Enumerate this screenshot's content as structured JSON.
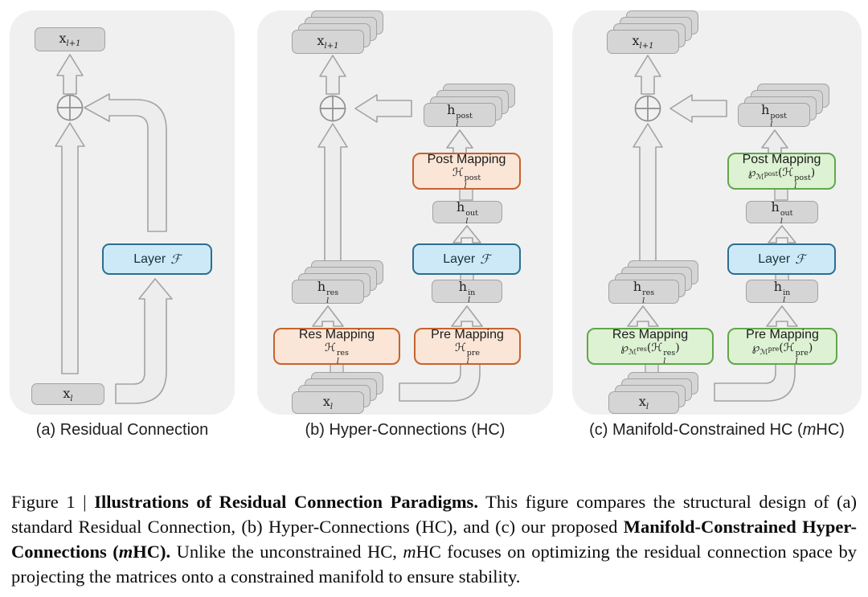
{
  "panel_a": {
    "caption": "(a) Residual Connection",
    "x_next": {
      "base": "x",
      "sub": "l+1"
    },
    "x_in": {
      "base": "x",
      "sub": "l"
    },
    "layer": {
      "word": "Layer",
      "symbol": "ℱ"
    }
  },
  "panel_b": {
    "caption": "(b) Hyper-Connections (HC)",
    "x_next": {
      "base": "x",
      "sub": "l+1"
    },
    "x_in": {
      "base": "x",
      "sub": "l"
    },
    "h_post": {
      "base": "h",
      "sub": "l",
      "sup": "post"
    },
    "h_out": {
      "base": "h",
      "sub": "l",
      "sup": "out"
    },
    "h_in": {
      "base": "h",
      "sub": "l",
      "sup": "in"
    },
    "h_res": {
      "base": "h",
      "sub": "l",
      "sup": "res"
    },
    "layer": {
      "word": "Layer",
      "symbol": "ℱ"
    },
    "post_mapping": {
      "title": "Post Mapping",
      "math": {
        "h": "ℋ",
        "sub": "l",
        "sup": "post"
      }
    },
    "pre_mapping": {
      "title": "Pre Mapping",
      "math": {
        "h": "ℋ",
        "sub": "l",
        "sup": "pre"
      }
    },
    "res_mapping": {
      "title": "Res Mapping",
      "math": {
        "h": "ℋ",
        "sub": "l",
        "sup": "res"
      }
    }
  },
  "panel_c": {
    "caption": {
      "pre": "(c) Manifold-Constrained HC (",
      "em": "m",
      "post": "HC)"
    },
    "x_next": {
      "base": "x",
      "sub": "l+1"
    },
    "x_in": {
      "base": "x",
      "sub": "l"
    },
    "h_post": {
      "base": "h",
      "sub": "l",
      "sup": "post"
    },
    "h_out": {
      "base": "h",
      "sub": "l",
      "sup": "out"
    },
    "h_in": {
      "base": "h",
      "sub": "l",
      "sup": "in"
    },
    "h_res": {
      "base": "h",
      "sub": "l",
      "sup": "res"
    },
    "layer": {
      "word": "Layer",
      "symbol": "ℱ"
    },
    "post_mapping": {
      "title": "Post Mapping",
      "math": {
        "p": "℘",
        "psub": "ℳ",
        "psup": "post",
        "open": "(",
        "h": "ℋ",
        "hsub": "l",
        "hsup": "post",
        "close": ")"
      }
    },
    "pre_mapping": {
      "title": "Pre Mapping",
      "math": {
        "p": "℘",
        "psub": "ℳ",
        "psup": "pre",
        "open": "(",
        "h": "ℋ",
        "hsub": "l",
        "hsup": "pre",
        "close": ")"
      }
    },
    "res_mapping": {
      "title": "Res Mapping",
      "math": {
        "p": "℘",
        "psub": "ℳ",
        "psup": "res",
        "open": "(",
        "h": "ℋ",
        "hsub": "l",
        "hsup": "res",
        "close": ")"
      }
    }
  },
  "figure_caption": {
    "label": "Figure 1 | ",
    "bold_title": "Illustrations of Residual Connection Paradigms.",
    "body_1": " This figure compares the structural design of (a) standard Residual Connection, (b) Hyper-Connections (HC), and (c) our proposed ",
    "bold_name": "Manifold-Constrained Hyper-Connections",
    "bold_paren_open": " (",
    "bold_m": "m",
    "bold_paren_close": "HC).",
    "body_2": " Unlike the unconstrained HC, ",
    "italic_m": "m",
    "body_3": "HC focuses on optimizing the residual connection space by projecting the matrices onto a constrained manifold to ensure stability."
  },
  "colors": {
    "panel_background": "#f0f0f0",
    "card_fill": "#d5d5d5",
    "card_border": "#a2a2a2",
    "arrow_fill": "#ededed",
    "arrow_stroke": "#a3a3a3",
    "hc_mapping_fill": "#fbe5d6",
    "hc_mapping_border": "#c5632d",
    "mhc_mapping_fill": "#ddf2d2",
    "mhc_mapping_border": "#61a74b",
    "layer_fill": "#cde9f7",
    "layer_border": "#2c6e8f"
  }
}
